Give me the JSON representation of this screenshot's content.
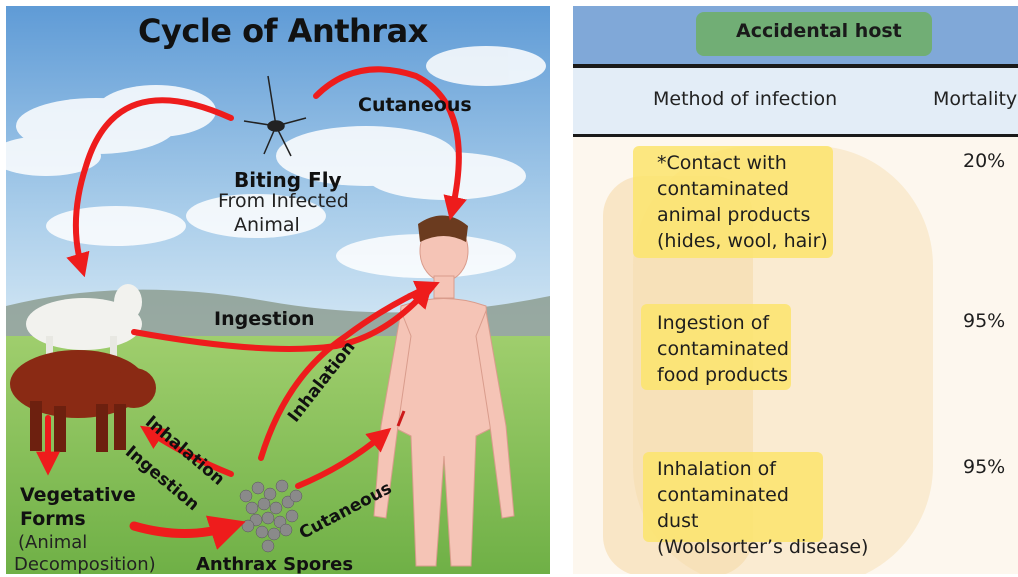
{
  "cycle": {
    "title": "Cycle of Anthrax",
    "biting_fly": "Biting Fly",
    "from_infected_1": "From Infected",
    "from_infected_2": "Animal",
    "cutaneous_top": "Cutaneous",
    "ingestion_mid": "Ingestion",
    "inhalation_right": "Inhalation",
    "inhalation_left": "Inhalation",
    "ingestion_left": "Ingestion",
    "cutaneous_bottom": "Cutaneous",
    "vegetative_1": "Vegetative",
    "vegetative_2": "Forms",
    "animal_decomp_1": "(Animal",
    "animal_decomp_2": "Decomposition)",
    "spores": "Anthrax Spores"
  },
  "table": {
    "header": "Accidental host",
    "col_method": "Method of infection",
    "col_mortality": "Mortality",
    "rows": [
      {
        "lines": [
          "*Contact with",
          "contaminated",
          "animal products",
          "(hides, wool, hair)"
        ],
        "mortality": "20%"
      },
      {
        "lines": [
          "Ingestion of",
          "contaminated",
          "food products"
        ],
        "mortality": "95%"
      },
      {
        "lines": [
          "Inhalation of",
          "contaminated",
          "dust",
          "(Woolsorter’s disease)"
        ],
        "mortality": "95%"
      }
    ]
  },
  "colors": {
    "arrow": "#ee1c1c",
    "sky": "#7fb2e0",
    "grass": "#8dc65c",
    "header_blue": "#80a8d8",
    "highlight": "#fbe46c"
  }
}
